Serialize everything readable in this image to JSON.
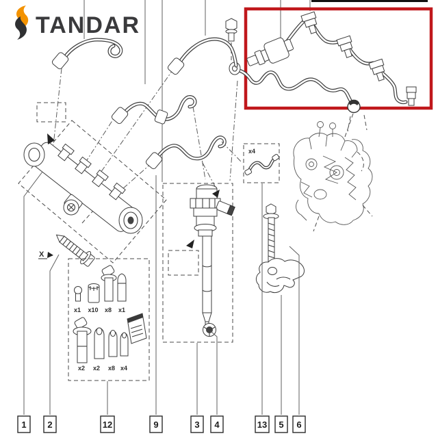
{
  "logo": {
    "text": "TANDAR",
    "accent_color": "#F39200",
    "dark_color": "#2F3032"
  },
  "highlight": {
    "color": "#C0181C",
    "note": "red box marking the fuel return pipe assembly"
  },
  "labels": {
    "clip_qty": "x4",
    "bolt_x": "X"
  },
  "kit": {
    "row1": [
      "x1",
      "x10",
      "x8",
      "x1"
    ],
    "row2": [
      "x2",
      "x2",
      "x8",
      "x4"
    ]
  },
  "callouts": [
    {
      "id": "1"
    },
    {
      "id": "2"
    },
    {
      "id": "12"
    },
    {
      "id": "9"
    },
    {
      "id": "3"
    },
    {
      "id": "4"
    },
    {
      "id": "13"
    },
    {
      "id": "5"
    },
    {
      "id": "6"
    }
  ]
}
